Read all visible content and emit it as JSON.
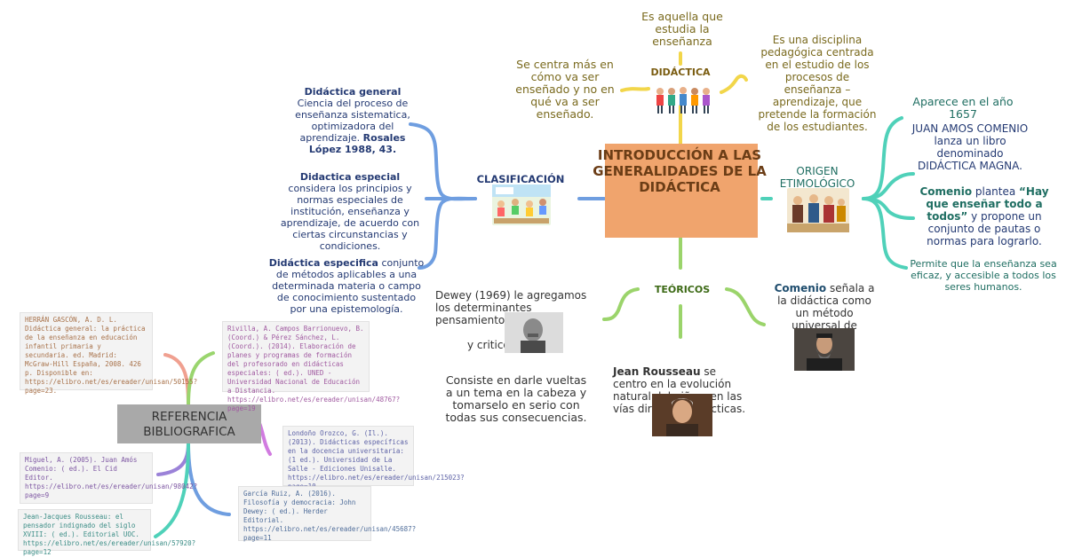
{
  "central": {
    "title": "INTRODUCCIÓN A LAS GENERALIDADES DE LA DIDÁCTICA"
  },
  "didactica": {
    "label": "DIDÁCTICA",
    "top": "Es aquella que estudia la enseñanza",
    "left": "Se centra más en cómo va ser enseñado y no en qué va a ser enseñado.",
    "right": "Es una disciplina pedagógica centrada en el estudio de los procesos de enseñanza – aprendizaje, que pretende la formación de los estudiantes."
  },
  "clasificacion": {
    "label": "CLASIFICACIÓN",
    "general": {
      "term": "Didáctica general",
      "text": " Ciencia del proceso de enseñanza sistematica, optimizadora del aprendizaje. ",
      "cite": "Rosales López 1988, 43."
    },
    "especial": {
      "term": "Didactica especial",
      "text": " considera los principios y normas especiales de institución, enseñanza y aprendizaje, de acuerdo con ciertas circunstancias y condiciones."
    },
    "especifica": {
      "term": "Didáctica especifica",
      "text": " conjunto de métodos aplicables a una determinada materia o campo de conocimiento sustentado por una epistemología."
    }
  },
  "origen": {
    "label": "ORIGEN ETIMOLÓGICO",
    "p1": "Aparece en el año 1657",
    "p2": "JUAN AMOS COMENIO lanza un libro denominado DIDÁCTICA MAGNA.",
    "p3_term": "Comenio",
    "p3_mid": " plantea ",
    "p3_quote": "“Hay que enseñar todo a todos”",
    "p3_rest": " y propone un conjunto de pautas o normas para lograrlo.",
    "p4": "Permite que la enseñanza sea eficaz, y accesible a todos los seres humanos."
  },
  "teoricos": {
    "label": "TEÓRICOS",
    "dewey_1": "Dewey (1969) le agregamos los determinantes pensamiento reflexivo",
    "dewey_2": "y critico",
    "dewey_3": "Consiste en darle vueltas a un tema en la cabeza y tomarselo en serio con todas sus consecuencias.",
    "rousseau_term": "Jean Rousseau",
    "rousseau_text": " se centro en la evolución natural del niño y en las vías directas y practicas.",
    "comenio_term": "Comenio",
    "comenio_text": " señala a la didáctica como un método universal de enseñanza."
  },
  "referencia": {
    "label": "REFERENCIA BIBLIOGRAFICA",
    "refs": [
      "HERRÁN GASCÓN, A. D. L. Didáctica general: la práctica de la enseñanza en educación infantil primaria y secundaria. ed. Madrid: McGraw-Hill España, 2008. 426 p. Disponible en: https://elibro.net/es/ereader/unisan/50155?page=23.",
      "Miguel, A. (2005). Juan Amós Comenio: ( ed.). El Cid Editor. https://elibro.net/es/ereader/unisan/98042?page=9",
      "Rivilla, A. Campos Barrionuevo, B. (Coord.) & Pérez Sánchez, L. (Coord.). (2014). Elaboración de planes y programas de formación del profesorado en didácticas especiales: ( ed.). UNED - Universidad Nacional de Educación a Distancia. https://elibro.net/es/ereader/unisan/48767?page=19",
      "Londoño Orozco, G. (Il.). (2013). Didácticas específicas en la docencia universitaria: (1 ed.). Universidad de La Salle - Ediciones Unisalle. https://elibro.net/es/ereader/unisan/215023?page=10",
      "García Ruiz, A. (2016). Filosofía y democracia: John Dewey: ( ed.). Herder Editorial. https://elibro.net/es/ereader/unisan/45687?page=11",
      "Jean-Jacques Rousseau: el pensador indignado del siglo XVIII: ( ed.). Editorial UOC. https://elibro.net/es/ereader/unisan/57920?page=12"
    ]
  },
  "colors": {
    "central_fill": "#f0a46d",
    "title": "#6b3d16",
    "didactica_branch": "#f2d64a",
    "clasificacion_branch": "#6f9ee0",
    "origen_branch": "#4fd1b9",
    "teoricos_branch": "#9bd46b",
    "referencia_box": "#a9a9a9"
  },
  "images": [
    "children-group-picture",
    "classroom-children-picture",
    "medieval-scene-picture",
    "dewey-portrait",
    "rousseau-portrait",
    "comenio-portrait"
  ]
}
